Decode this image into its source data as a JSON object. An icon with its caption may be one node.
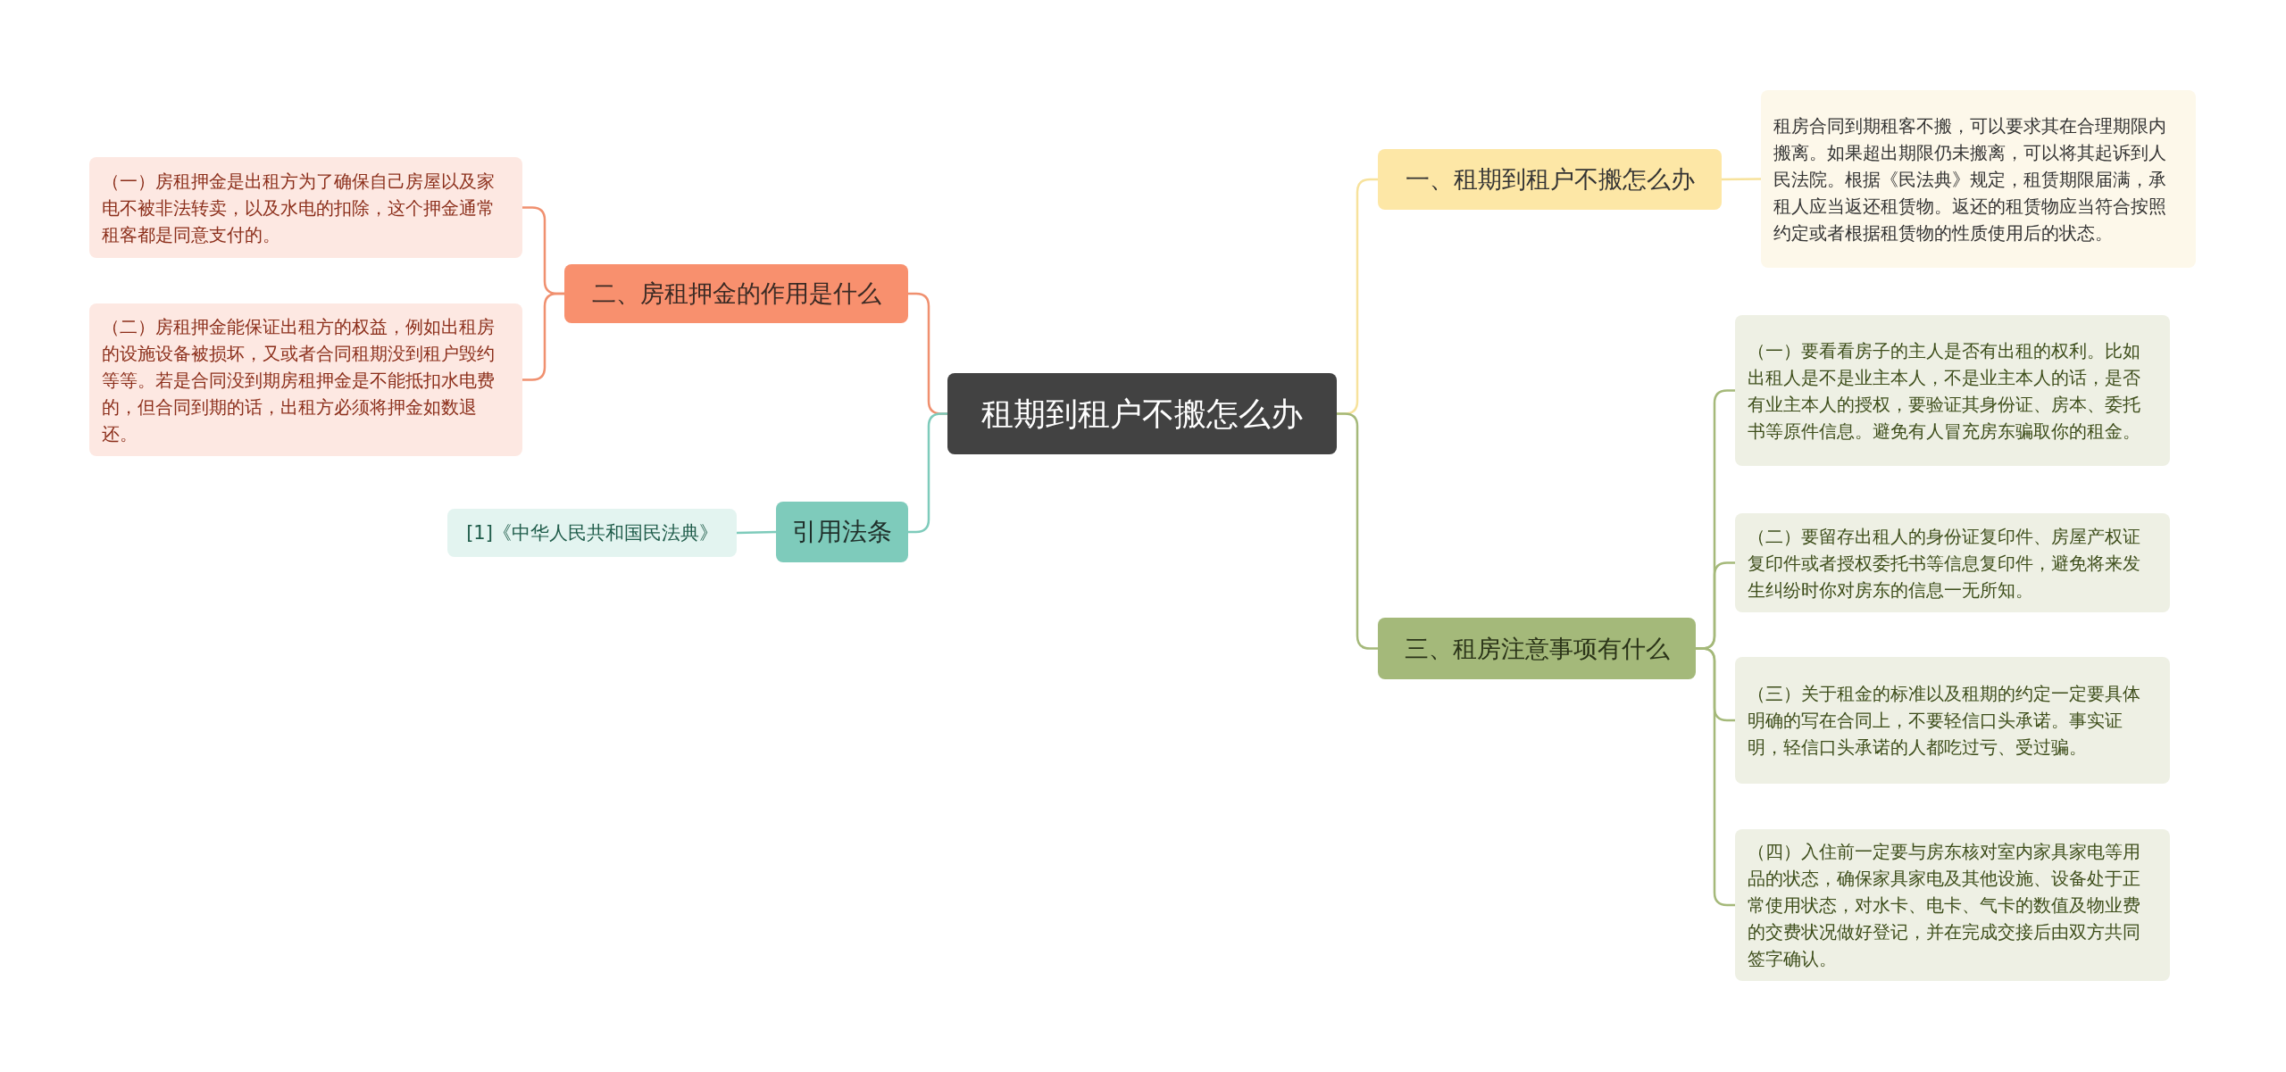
{
  "diagram": {
    "nodes": [
      {
        "text": [
          "租期到租户不搬怎么办"
        ]
      },
      {
        "text": [
          "一、租期到租户不搬怎么办"
        ]
      },
      {
        "text": [
          "租房合同到期租客不搬，可以要求其在合理期限内搬离。如果超出期限仍未搬离，可以将其起诉到人民法院。根据《民法典》规定，租赁期限届满，承租人应当返还租赁物。返还的租赁物应当符合按照约定或者根据租赁物的性质使用后的状态。"
        ]
      },
      {
        "text": [
          "二、房租押金的作用是什么"
        ]
      },
      {
        "text": [
          "（一）房租押金是出租方为了确保自己房屋以及家电不被非法转卖，以及水电的扣除，这个押金通常租客都是同意支付的。"
        ]
      },
      {
        "text": [
          "（二）房租押金能保证出租方的权益，例如出租房的设施设备被损坏，又或者合同租期没到租户毁约等等。若是合同没到期房租押金是不能抵扣水电费的，但合同到期的话，出租方必须将押金如数退还。"
        ]
      },
      {
        "text": [
          "引用法条"
        ]
      },
      {
        "text": [
          "[1]《中华人民共和国民法典》"
        ]
      },
      {
        "text": [
          "三、租房注意事项有什么"
        ]
      },
      {
        "text": [
          "（一）要看看房子的主人是否有出租的权利。比如出租人是不是业主本人，不是业主本人的话，是否有业主本人的授权，要验证其身份证、房本、委托书等原件信息。避免有人冒充房东骗取你的租金。"
        ]
      },
      {
        "text": [
          "（二）要留存出租人的身份证复印件、房屋产权证复印件或者授权委托书等信息复印件，避免将来发生纠纷时你对房东的信息一无所知。"
        ]
      },
      {
        "text": [
          "（三）关于租金的标准以及租期的约定一定要具体明确的写在合同上，不要轻信口头承诺。事实证明，轻信口头承诺的人都吃过亏、受过骗。"
        ]
      },
      {
        "text": [
          "（四）入住前一定要与房东核对室内家具家电等用品的状态，确保家具家电及其他设施、设备处于正常使用状态，对水卡、电卡、气卡的数值及物业费的交费状况做好登记，并在完成交接后由双方共同签字确认。"
        ]
      }
    ],
    "edges": [
      {
        "from": 0,
        "to": 1,
        "arrow": "none",
        "color": "#f7e29c"
      },
      {
        "from": 1,
        "to": 2,
        "arrow": "none",
        "color": "#f7e29c"
      },
      {
        "from": 0,
        "to": 3,
        "arrow": "none",
        "color": "#f0906f"
      },
      {
        "from": 3,
        "to": 4,
        "arrow": "none",
        "color": "#f0906f"
      },
      {
        "from": 3,
        "to": 5,
        "arrow": "none",
        "color": "#f0906f"
      },
      {
        "from": 0,
        "to": 6,
        "arrow": "none",
        "color": "#7ecbbb"
      },
      {
        "from": 6,
        "to": 7,
        "arrow": "none",
        "color": "#7ecbbb"
      },
      {
        "from": 0,
        "to": 8,
        "arrow": "none",
        "color": "#a5b97a"
      },
      {
        "from": 8,
        "to": 9,
        "arrow": "none",
        "color": "#a5b97a"
      },
      {
        "from": 8,
        "to": 10,
        "arrow": "none",
        "color": "#a5b97a"
      },
      {
        "from": 8,
        "to": 11,
        "arrow": "none",
        "color": "#a5b97a"
      },
      {
        "from": 8,
        "to": 12,
        "arrow": "none",
        "color": "#a5b97a"
      }
    ]
  }
}
